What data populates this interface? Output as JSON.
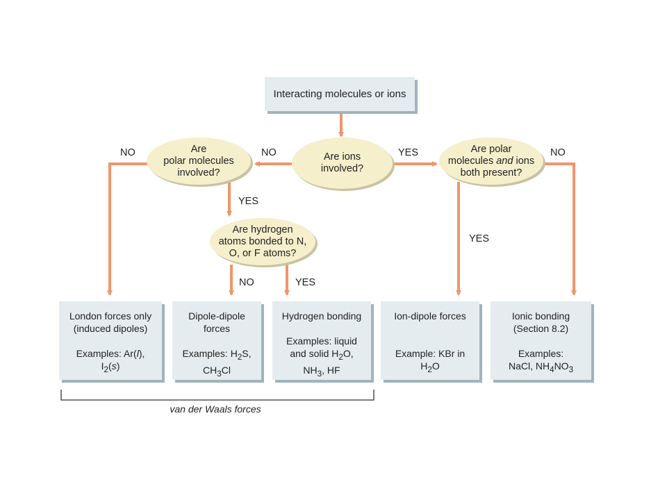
{
  "top_box": "Interacting molecules or ions",
  "decisions": {
    "ions": [
      "Are ions",
      "involved?"
    ],
    "polar": [
      "Are",
      "polar molecules",
      "involved?"
    ],
    "polar_ions": [
      "Are polar",
      "molecules",
      "and",
      "ions",
      "both present?"
    ],
    "hydrogen": [
      "Are hydrogen",
      "atoms bonded to N,",
      "O, or F atoms?"
    ]
  },
  "edge_labels": {
    "ions_no": "NO",
    "ions_yes": "YES",
    "polar_no": "NO",
    "polar_yes": "YES",
    "polar_ions_no": "NO",
    "polar_ions_yes": "YES",
    "hydrogen_no": "NO",
    "hydrogen_yes": "YES"
  },
  "outcomes": {
    "london": {
      "title": [
        "London forces only",
        "(induced dipoles)"
      ],
      "examples_prefix": "Examples: Ar(",
      "ar_state": "l",
      "ar_close": "),",
      "i": "I",
      "i_sub": "2",
      "i_open": "(",
      "i_state": "s",
      "i_close": ")"
    },
    "dipole": {
      "title": [
        "Dipole-dipole",
        "forces"
      ],
      "examples_prefix": "Examples: H",
      "h2s_sub": "2",
      "h2s_rest": "S,",
      "ch3cl_a": "CH",
      "ch3cl_sub": "3",
      "ch3cl_b": "Cl"
    },
    "hydrogen": {
      "title": "Hydrogen bonding",
      "examples_line1": "Examples: liquid",
      "line2_a": "and solid H",
      "line2_sub": "2",
      "line2_b": "O,",
      "line3_a": "NH",
      "line3_sub": "3",
      "line3_b": ", HF"
    },
    "ion_dipole": {
      "title": "Ion-dipole forces",
      "example_line1": "Example: KBr in",
      "h2o_a": "H",
      "h2o_sub": "2",
      "h2o_b": "O"
    },
    "ionic": {
      "title": [
        "Ionic bonding",
        "(Section 8.2)"
      ],
      "examples_label": "Examples:",
      "nacl": "NaCl, NH",
      "nh4_sub": "4",
      "no": "NO",
      "no3_sub": "3"
    }
  },
  "bracket_label": "van der Waals forces",
  "colors": {
    "arrow": "#f0956a",
    "arrow_light": "#f8c6a8",
    "box_fill": "#e4ecef",
    "box_shadow": "#9fb4bd",
    "oval_fill": "#f5efcc"
  }
}
